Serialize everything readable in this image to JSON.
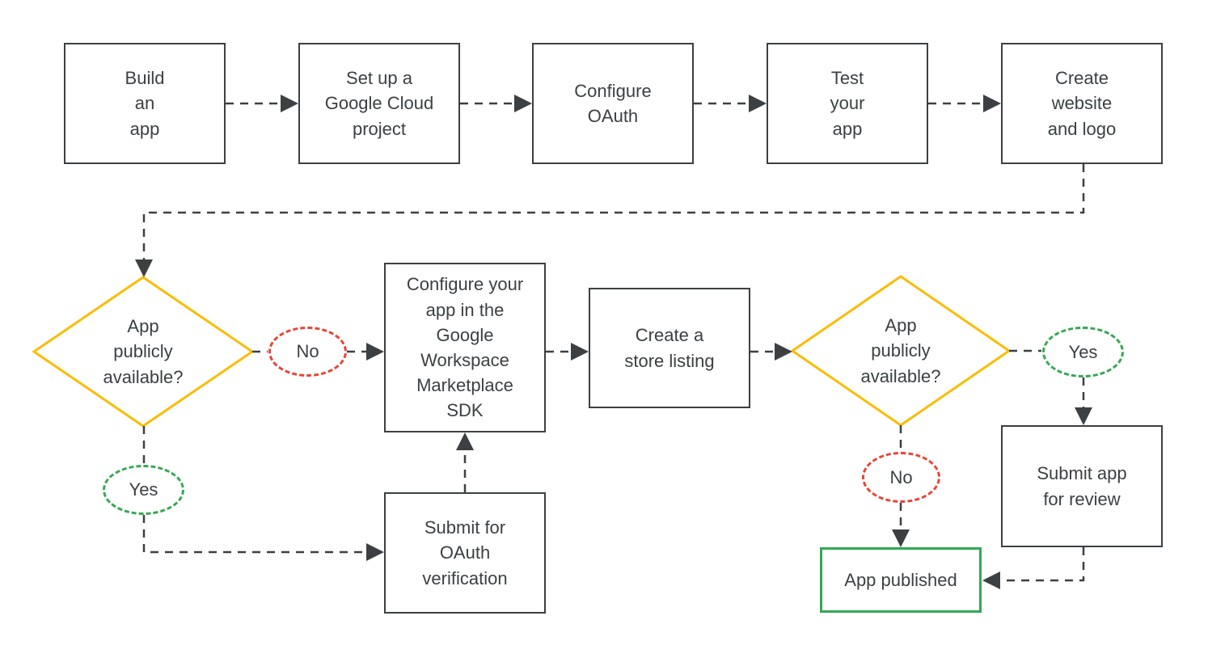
{
  "diagram": {
    "type": "flowchart",
    "nodes": {
      "build_app": {
        "label": "Build\nan\napp"
      },
      "cloud_project": {
        "label": "Set up a\nGoogle Cloud\nproject"
      },
      "configure_oauth": {
        "label": "Configure\nOAuth"
      },
      "test_app": {
        "label": "Test\nyour\napp"
      },
      "website_logo": {
        "label": "Create\nwebsite\nand logo"
      },
      "decision_public_1": {
        "label": "App\npublicly\navailable?"
      },
      "configure_sdk": {
        "label": "Configure your\napp in the\nGoogle\nWorkspace\nMarketplace\nSDK"
      },
      "oauth_verification": {
        "label": "Submit for\nOAuth\nverification"
      },
      "store_listing": {
        "label": "Create a\nstore listing"
      },
      "decision_public_2": {
        "label": "App\npublicly\navailable?"
      },
      "submit_review": {
        "label": "Submit app\nfor review"
      },
      "app_published": {
        "label": "App published"
      }
    },
    "edge_labels": {
      "no_1": "No",
      "yes_1": "Yes",
      "yes_2": "Yes",
      "no_2": "No"
    },
    "colors": {
      "outline": "#3c4043",
      "text": "#3c4043",
      "decision_diamond": "#fbbc04",
      "yes_green": "#34a853",
      "no_red": "#ea4335",
      "published_green": "#34a853",
      "background": "#ffffff"
    }
  }
}
